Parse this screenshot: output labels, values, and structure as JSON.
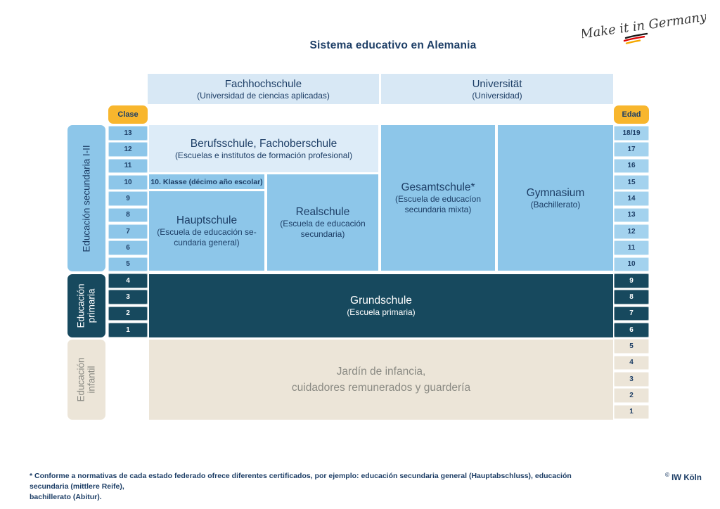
{
  "title": "Sistema educativo en Alemania",
  "logo": {
    "text": "Make it in Germany"
  },
  "header": {
    "fachhochschule": {
      "title": "Fachhochschule",
      "subtitle": "(Universidad de ciencias aplicadas)"
    },
    "universitaet": {
      "title": "Universität",
      "subtitle": "(Universidad)"
    }
  },
  "badges": {
    "clase": "Clase",
    "edad": "Edad"
  },
  "sections": {
    "secondary": {
      "label": "Educación secundaria I-II"
    },
    "primary": {
      "label": "Educación\nprimaria"
    },
    "infantil": {
      "label": "Educación\ninfantil"
    }
  },
  "schools": {
    "berufsschule": {
      "title": "Berufsschule, Fachoberschule",
      "subtitle": "(Escuelas e institutos de formación profesional)"
    },
    "klasse10": {
      "label": "10. Klasse (décimo año escolar)"
    },
    "hauptschule": {
      "title": "Hauptschule",
      "subtitle": "(Escuela de educación se-\ncundaria general)"
    },
    "realschule": {
      "title": "Realschule",
      "subtitle": "(Escuela de educación\nsecundaria)"
    },
    "gesamtschule": {
      "title": "Gesamtschule*",
      "subtitle": "(Escuela de educacíon\nsecundaria mixta)"
    },
    "gymnasium": {
      "title": "Gymnasium",
      "subtitle": "(Bachillerato)"
    },
    "grundschule": {
      "title": "Grundschule",
      "subtitle": "(Escuela primaria)"
    },
    "jardin": {
      "title": "Jardín de infancia,\ncuidadores remunerados y guardería"
    }
  },
  "grid": {
    "rows": [
      {
        "clase": "13",
        "edad": "18/19",
        "section": "secondary"
      },
      {
        "clase": "12",
        "edad": "17",
        "section": "secondary"
      },
      {
        "clase": "11",
        "edad": "16",
        "section": "secondary"
      },
      {
        "clase": "10",
        "edad": "15",
        "section": "secondary"
      },
      {
        "clase": "9",
        "edad": "14",
        "section": "secondary"
      },
      {
        "clase": "8",
        "edad": "13",
        "section": "secondary"
      },
      {
        "clase": "7",
        "edad": "12",
        "section": "secondary"
      },
      {
        "clase": "6",
        "edad": "11",
        "section": "secondary"
      },
      {
        "clase": "5",
        "edad": "10",
        "section": "secondary"
      },
      {
        "clase": "4",
        "edad": "9",
        "section": "primary"
      },
      {
        "clase": "3",
        "edad": "8",
        "section": "primary"
      },
      {
        "clase": "2",
        "edad": "7",
        "section": "primary"
      },
      {
        "clase": "1",
        "edad": "6",
        "section": "primary"
      },
      {
        "clase": "",
        "edad": "5",
        "section": "infantil"
      },
      {
        "clase": "",
        "edad": "4",
        "section": "infantil"
      },
      {
        "clase": "",
        "edad": "3",
        "section": "infantil"
      },
      {
        "clase": "",
        "edad": "2",
        "section": "infantil"
      },
      {
        "clase": "",
        "edad": "1",
        "section": "infantil"
      }
    ]
  },
  "footnote": "* Conforme a normativas de cada estado federado ofrece diferentes certificados, por ejemplo: educación secundaria general (Hauptabschluss), educación secundaria (mittlere Reife),\nbachillerato (Abitur).",
  "credit": {
    "symbol": "©",
    "text": "IW Köln"
  },
  "colors": {
    "medium_blue": "#8dc6e9",
    "age_blue": "#a3d2ee",
    "light_blue": "#d8e8f5",
    "pale_blue": "#ddecf8",
    "dark_blue": "#17495e",
    "beige": "#ece5d8",
    "yellow": "#f8b62d",
    "navy_text": "#1d3e66",
    "gray_text": "#8b8b84",
    "flag_black": "#1a1a1a",
    "flag_red": "#dd0000",
    "flag_gold": "#f5a800"
  }
}
